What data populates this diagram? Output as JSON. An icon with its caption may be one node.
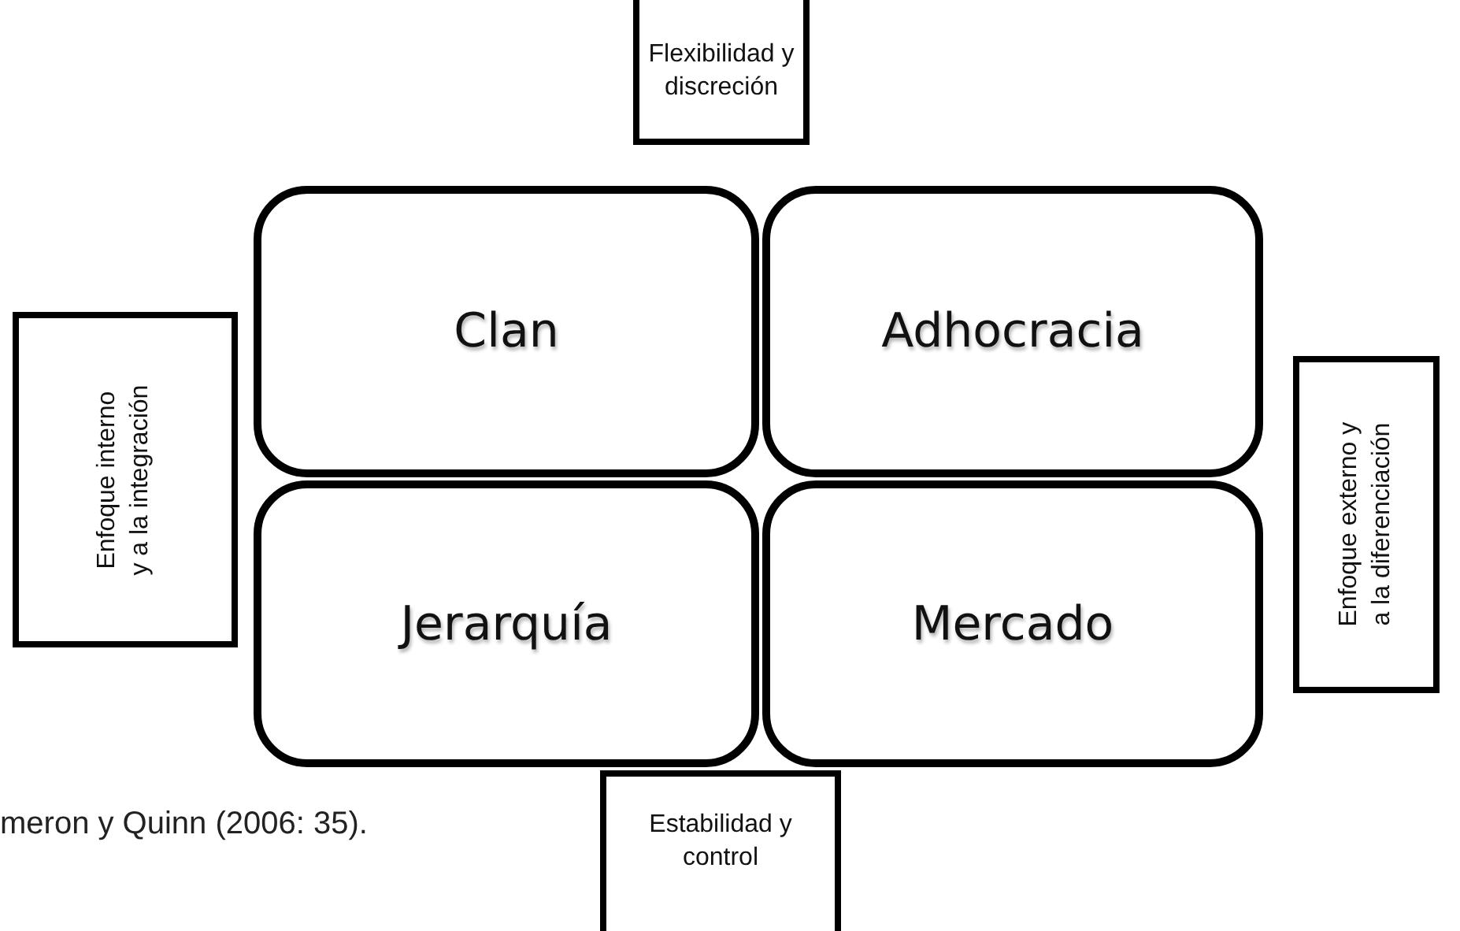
{
  "diagram": {
    "nodes": [
      {
        "text": [
          "Flexibilidad y discreción"
        ]
      },
      {
        "text": [
          "Enfoque interno y a la integración"
        ]
      },
      {
        "text": [
          "Clan"
        ]
      },
      {
        "text": [
          "Adhocracia"
        ]
      },
      {
        "text": [
          "Enfoque externo y a la diferenciación"
        ]
      },
      {
        "text": [
          "Jerarquía"
        ]
      },
      {
        "text": [
          "Mercado"
        ]
      },
      {
        "text": [
          "Estabilidad y control"
        ]
      }
    ],
    "labels": [
      "meron y Quinn (2006: 35)."
    ]
  }
}
